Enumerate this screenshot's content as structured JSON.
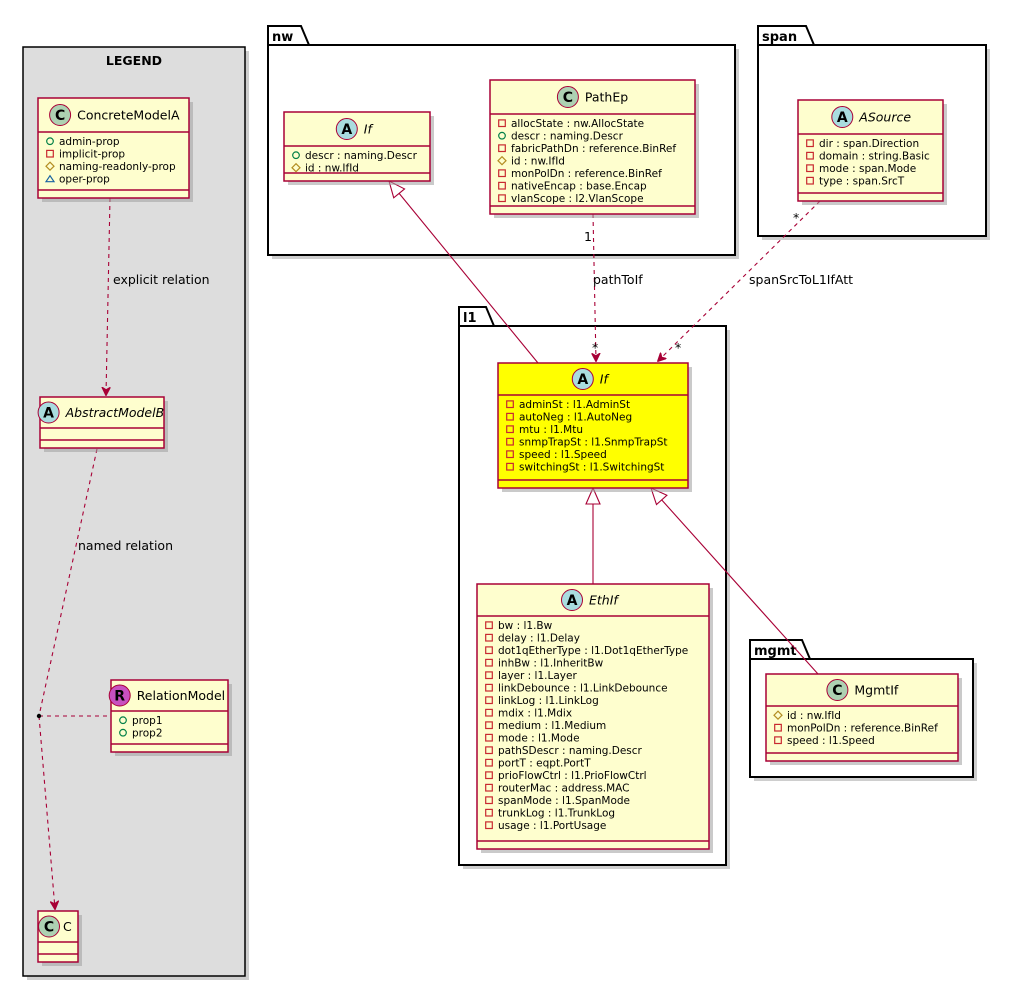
{
  "colors": {
    "class_fill": "#FEFECE",
    "class_border": "#A80036",
    "highlight_fill": "#FFFF00",
    "legend_bg": "#DDDDDD",
    "package_border": "#000000",
    "shadow": "#9e9e9e",
    "icon_class": "#ADD1B2",
    "icon_abstract": "#A9DCDF",
    "icon_relation": "#C850C0",
    "vis_public": "#038048",
    "vis_private": "#C82930",
    "vis_protected": "#B38D22",
    "vis_package": "#1963A0"
  },
  "packages": {
    "legend": {
      "title": "LEGEND"
    },
    "nw": {
      "title": "nw"
    },
    "span": {
      "title": "span"
    },
    "l1": {
      "title": "l1"
    },
    "mgmt": {
      "title": "mgmt"
    }
  },
  "classes": {
    "concreteA": {
      "stereotype": "C",
      "name": "ConcreteModelA",
      "attrs": [
        {
          "vis": "public",
          "text": "admin-prop"
        },
        {
          "vis": "private",
          "text": "implicit-prop"
        },
        {
          "vis": "protected",
          "text": "naming-readonly-prop"
        },
        {
          "vis": "package",
          "text": "oper-prop"
        }
      ]
    },
    "abstractB": {
      "stereotype": "A",
      "name": "AbstractModelB",
      "attrs": []
    },
    "relModel": {
      "stereotype": "R",
      "name": "RelationModel",
      "attrs": [
        {
          "vis": "public",
          "text": "prop1"
        },
        {
          "vis": "public",
          "text": "prop2"
        }
      ]
    },
    "c": {
      "stereotype": "C",
      "name": "C",
      "attrs": []
    },
    "nwIf": {
      "stereotype": "A",
      "name": "If",
      "attrs": [
        {
          "vis": "public",
          "text": "descr : naming.Descr"
        },
        {
          "vis": "protected",
          "text": "id : nw.IfId"
        }
      ]
    },
    "pathEp": {
      "stereotype": "C",
      "name": "PathEp",
      "attrs": [
        {
          "vis": "private",
          "text": "allocState : nw.AllocState"
        },
        {
          "vis": "public",
          "text": "descr : naming.Descr"
        },
        {
          "vis": "private",
          "text": "fabricPathDn : reference.BinRef"
        },
        {
          "vis": "protected",
          "text": "id : nw.IfId"
        },
        {
          "vis": "private",
          "text": "monPolDn : reference.BinRef"
        },
        {
          "vis": "private",
          "text": "nativeEncap : base.Encap"
        },
        {
          "vis": "private",
          "text": "vlanScope : l2.VlanScope"
        }
      ]
    },
    "aSource": {
      "stereotype": "A",
      "name": "ASource",
      "attrs": [
        {
          "vis": "private",
          "text": "dir : span.Direction"
        },
        {
          "vis": "private",
          "text": "domain : string.Basic"
        },
        {
          "vis": "private",
          "text": "mode : span.Mode"
        },
        {
          "vis": "private",
          "text": "type : span.SrcT"
        }
      ]
    },
    "l1If": {
      "stereotype": "A",
      "name": "If",
      "attrs": [
        {
          "vis": "private",
          "text": "adminSt : l1.AdminSt"
        },
        {
          "vis": "private",
          "text": "autoNeg : l1.AutoNeg"
        },
        {
          "vis": "private",
          "text": "mtu : l1.Mtu"
        },
        {
          "vis": "private",
          "text": "snmpTrapSt : l1.SnmpTrapSt"
        },
        {
          "vis": "private",
          "text": "speed : l1.Speed"
        },
        {
          "vis": "private",
          "text": "switchingSt : l1.SwitchingSt"
        }
      ]
    },
    "ethIf": {
      "stereotype": "A",
      "name": "EthIf",
      "attrs": [
        {
          "vis": "private",
          "text": "bw : l1.Bw"
        },
        {
          "vis": "private",
          "text": "delay : l1.Delay"
        },
        {
          "vis": "private",
          "text": "dot1qEtherType : l1.Dot1qEtherType"
        },
        {
          "vis": "private",
          "text": "inhBw : l1.InheritBw"
        },
        {
          "vis": "private",
          "text": "layer : l1.Layer"
        },
        {
          "vis": "private",
          "text": "linkDebounce : l1.LinkDebounce"
        },
        {
          "vis": "private",
          "text": "linkLog : l1.LinkLog"
        },
        {
          "vis": "private",
          "text": "mdix : l1.Mdix"
        },
        {
          "vis": "private",
          "text": "medium : l1.Medium"
        },
        {
          "vis": "private",
          "text": "mode : l1.Mode"
        },
        {
          "vis": "private",
          "text": "pathSDescr : naming.Descr"
        },
        {
          "vis": "private",
          "text": "portT : eqpt.PortT"
        },
        {
          "vis": "private",
          "text": "prioFlowCtrl : l1.PrioFlowCtrl"
        },
        {
          "vis": "private",
          "text": "routerMac : address.MAC"
        },
        {
          "vis": "private",
          "text": "spanMode : l1.SpanMode"
        },
        {
          "vis": "private",
          "text": "trunkLog : l1.TrunkLog"
        },
        {
          "vis": "private",
          "text": "usage : l1.PortUsage"
        }
      ]
    },
    "mgmtIf": {
      "stereotype": "C",
      "name": "MgmtIf",
      "attrs": [
        {
          "vis": "protected",
          "text": "id : nw.IfId"
        },
        {
          "vis": "private",
          "text": "monPolDn : reference.BinRef"
        },
        {
          "vis": "private",
          "text": "speed : l1.Speed"
        }
      ]
    }
  },
  "relations": {
    "explicit": {
      "label": "explicit relation"
    },
    "named": {
      "label": "named relation"
    },
    "pathToIf": {
      "label": "pathToIf",
      "source_mult": "1",
      "target_mult": "*"
    },
    "spanSrc": {
      "label": "spanSrcToL1IfAtt",
      "source_mult": "*",
      "target_mult": "*"
    }
  }
}
